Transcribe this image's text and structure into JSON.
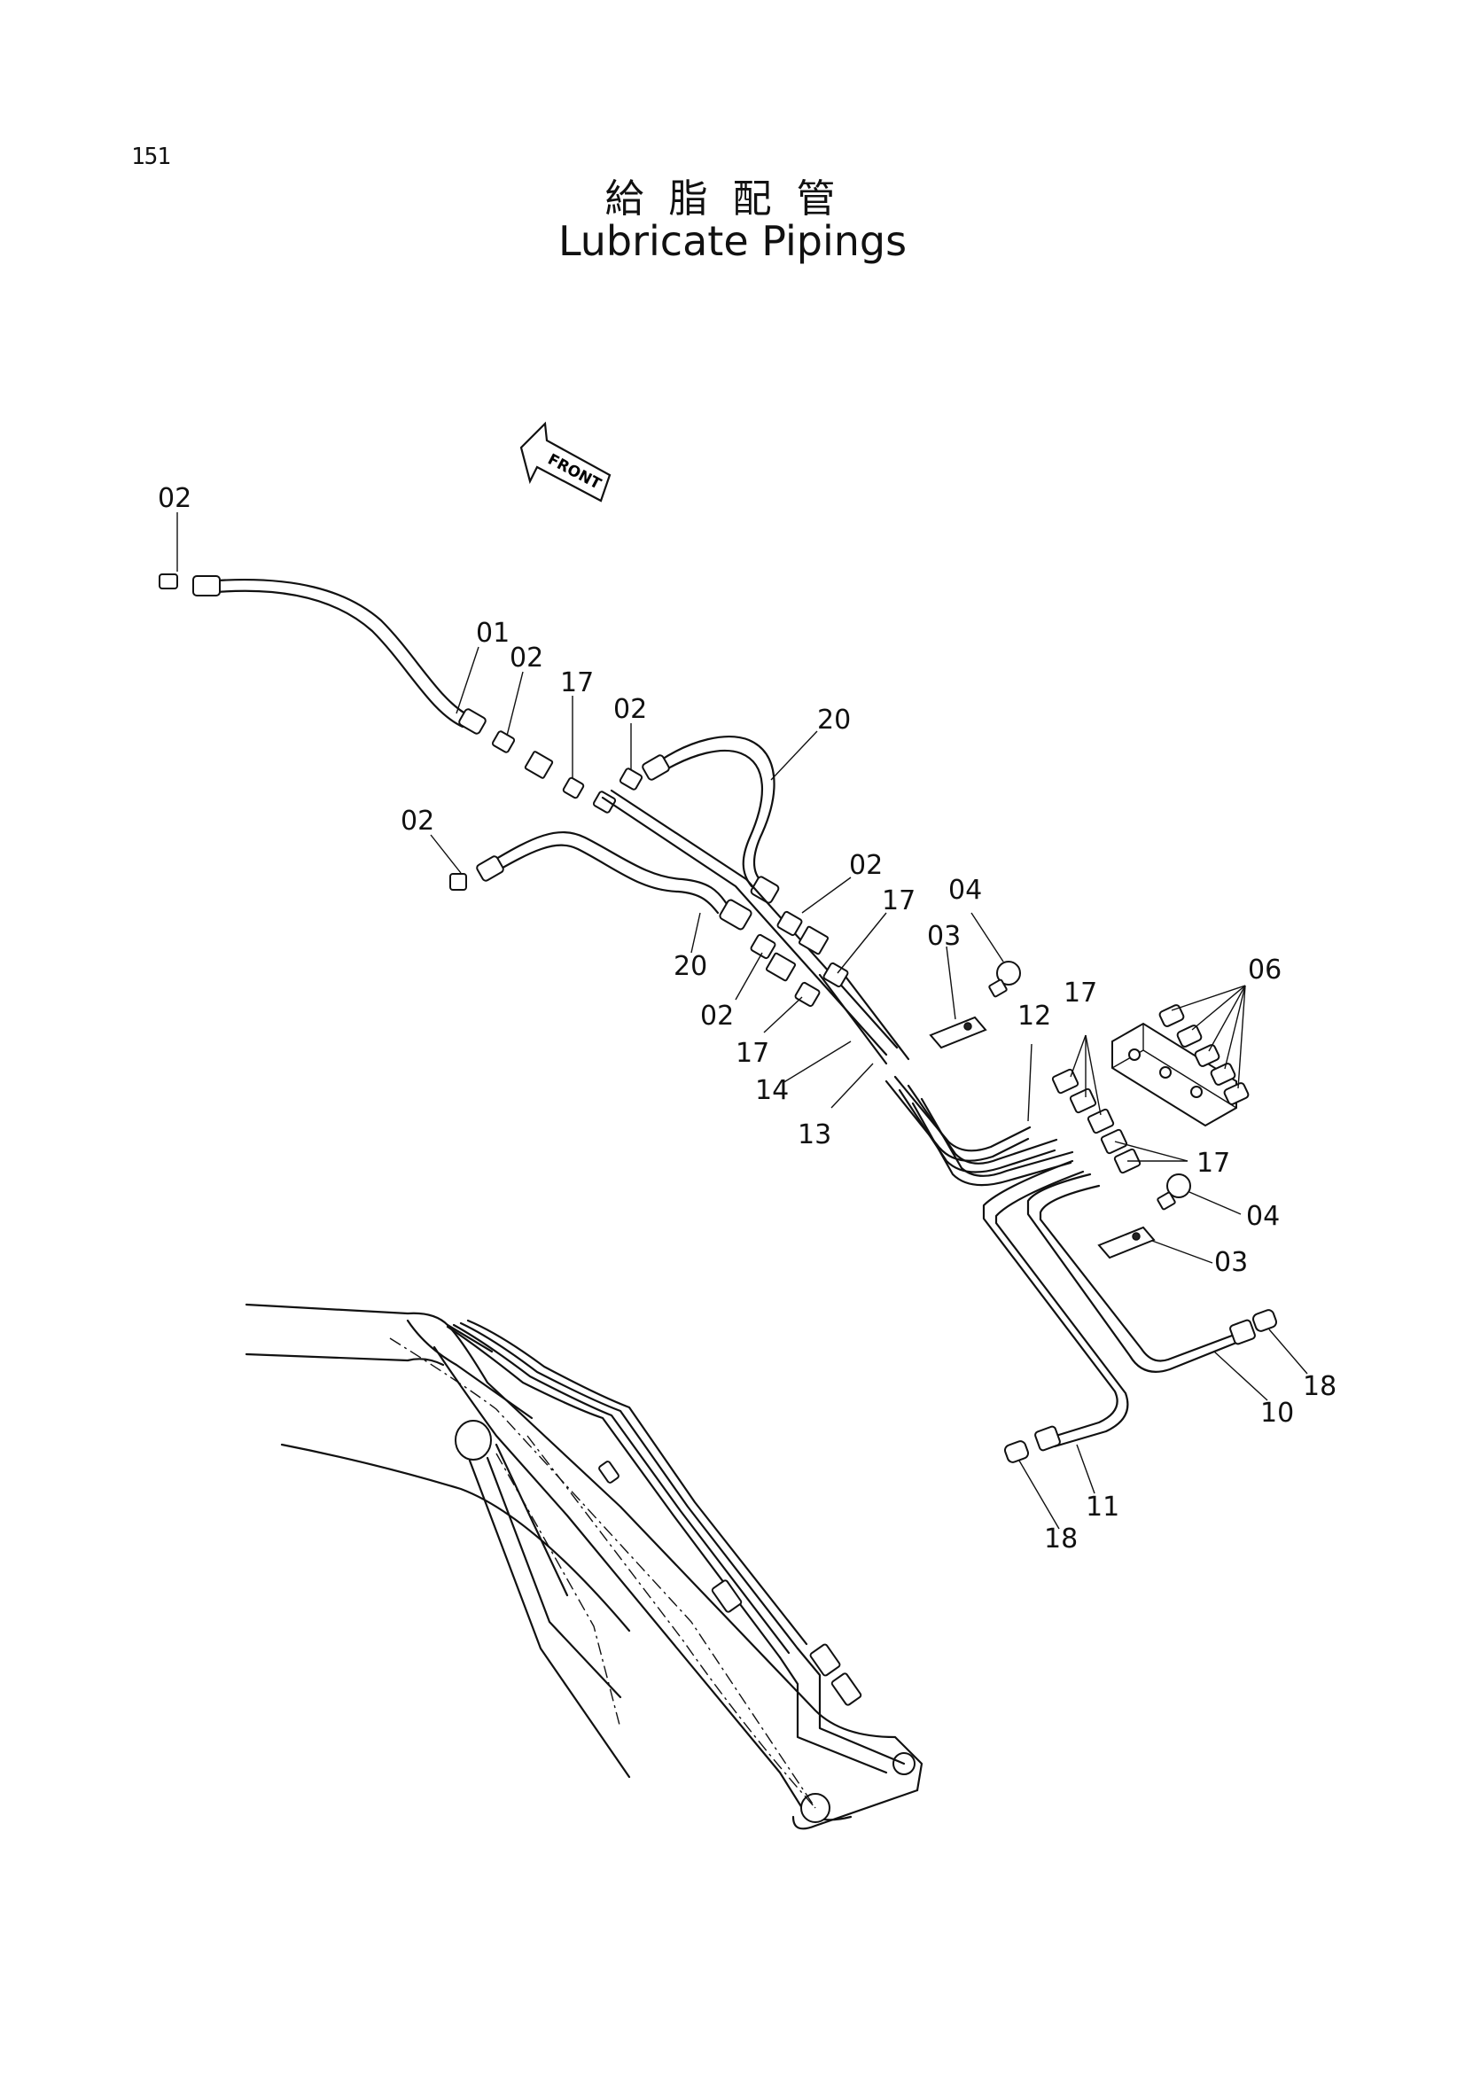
{
  "page_number": "151",
  "title_jp": "給脂配管",
  "title_en": "Lubricate Pipings",
  "front_arrow_label": "FRONT",
  "callouts": {
    "c02_a": "02",
    "c01": "01",
    "c02_b": "02",
    "c17_a": "17",
    "c02_c": "02",
    "c20_a": "20",
    "c02_d": "02",
    "c20_b": "20",
    "c02_e": "02",
    "c02_f": "02",
    "c17_b": "17",
    "c17_c": "17",
    "c14": "14",
    "c13": "13",
    "c04_a": "04",
    "c03_a": "03",
    "c12": "12",
    "c17_d": "17",
    "c06": "06",
    "c17_e": "17",
    "c04_b": "04",
    "c03_b": "03",
    "c18_a": "18",
    "c10": "10",
    "c11": "11",
    "c18_b": "18"
  }
}
